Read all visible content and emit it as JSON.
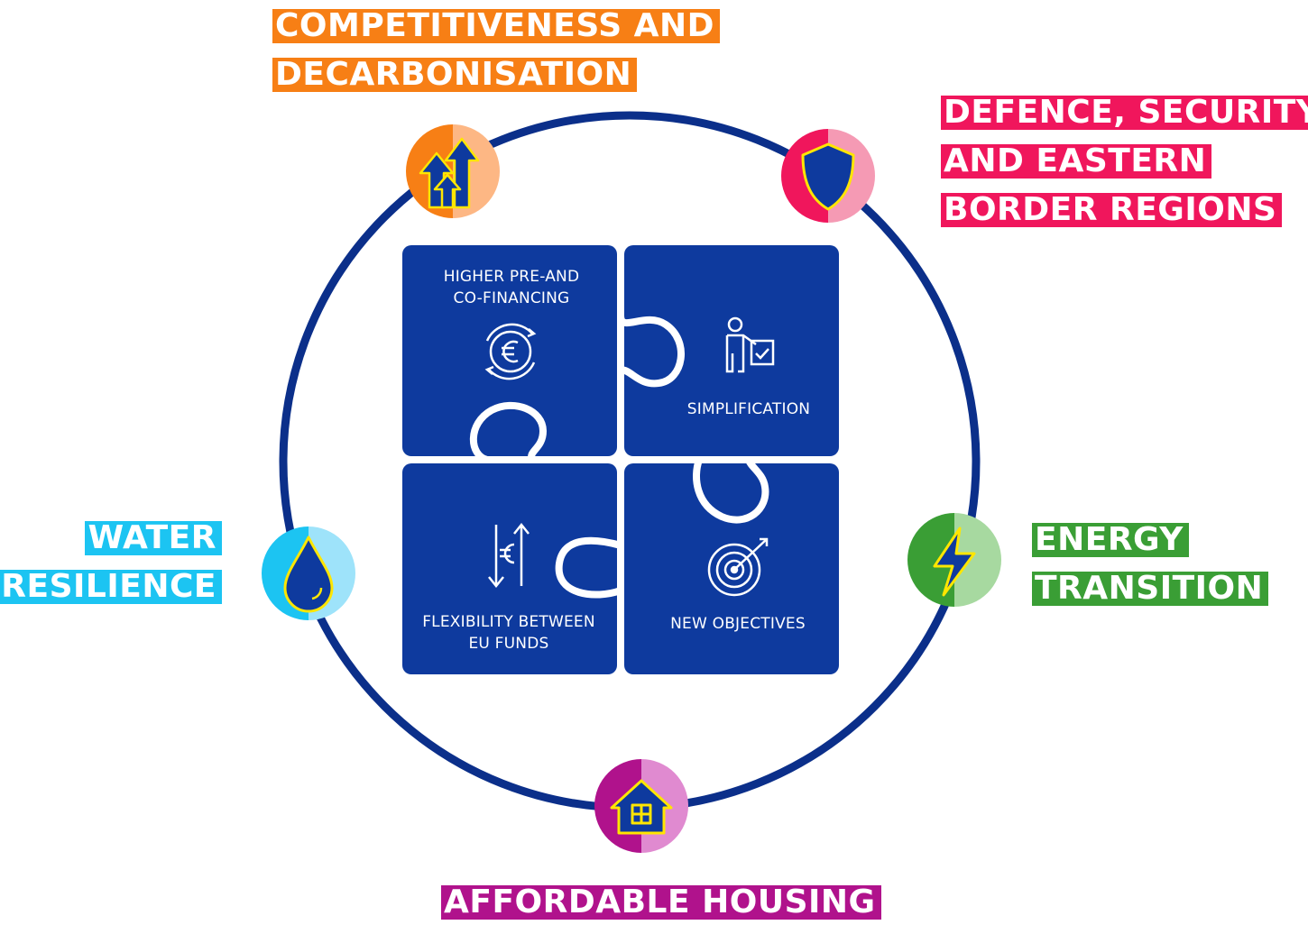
{
  "colors": {
    "navy": "#0e3a9e",
    "ring": "#0b2f8a",
    "orange": "#f77f15",
    "orange_light": "#fdb784",
    "pink": "#f0165c",
    "pink_light": "#f59ab4",
    "cyan": "#1cc4f2",
    "cyan_light": "#9ee3fa",
    "green": "#3a9e35",
    "green_light": "#a7d9a0",
    "purple": "#b0128c",
    "purple_light": "#e08ad0",
    "icon_yellow": "#ffe600"
  },
  "priorities": {
    "competitiveness": {
      "lines": [
        "COMPETITIVENESS AND",
        "DECARBONISATION"
      ],
      "icon": "growth-arrows-icon"
    },
    "defence": {
      "lines": [
        "DEFENCE, SECURITY",
        "AND EASTERN",
        "BORDER REGIONS"
      ],
      "icon": "shield-icon"
    },
    "water": {
      "lines": [
        "WATER",
        "RESILIENCE"
      ],
      "icon": "water-drop-icon"
    },
    "energy": {
      "lines": [
        "ENERGY",
        "TRANSITION"
      ],
      "icon": "lightning-bolt-icon"
    },
    "housing": {
      "lines": [
        "AFFORDABLE HOUSING"
      ],
      "icon": "house-icon"
    }
  },
  "puzzle": {
    "cofinancing": {
      "lines": [
        "HIGHER PRE-AND",
        "CO-FINANCING"
      ],
      "icon": "euro-cycle-icon"
    },
    "simplification": {
      "lines": [
        "SIMPLIFICATION"
      ],
      "icon": "person-checklist-icon"
    },
    "flexibility": {
      "lines": [
        "FLEXIBILITY BETWEEN",
        "EU FUNDS"
      ],
      "icon": "euro-transfer-icon"
    },
    "new_objectives": {
      "lines": [
        "NEW OBJECTIVES"
      ],
      "icon": "target-icon"
    }
  }
}
